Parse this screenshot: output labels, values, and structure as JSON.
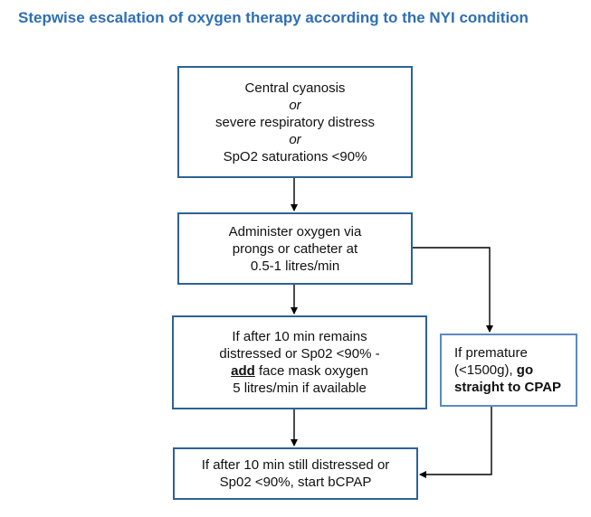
{
  "title": "Stepwise escalation of oxygen therapy according to the NYI condition",
  "box1": {
    "line1": "Central cyanosis",
    "line2": "or",
    "line3": "severe respiratory distress",
    "line4": "or",
    "line5": "SpO2 saturations <90%"
  },
  "box2": {
    "line1": "Administer oxygen via",
    "line2": "prongs or catheter at",
    "line3": "0.5-1 litres/min"
  },
  "box3": {
    "line1": "If after 10 min remains",
    "line2": "distressed or Sp02 <90% -",
    "line3_bold": "add",
    "line3_rest": " face mask oxygen",
    "line4": "5 litres/min if available"
  },
  "box4": {
    "line1": "If after 10 min still distressed or",
    "line2": "Sp02 <90%, start bCPAP"
  },
  "box5": {
    "line1": "If premature",
    "line2_plain": "(<1500g), ",
    "line2_bold": "go",
    "line3_bold": "straight to CPAP"
  },
  "colors": {
    "title": "#2f6fb3",
    "box_border": "#2e6295",
    "side_box_border": "#5b8ac0",
    "arrow": "#000000"
  }
}
